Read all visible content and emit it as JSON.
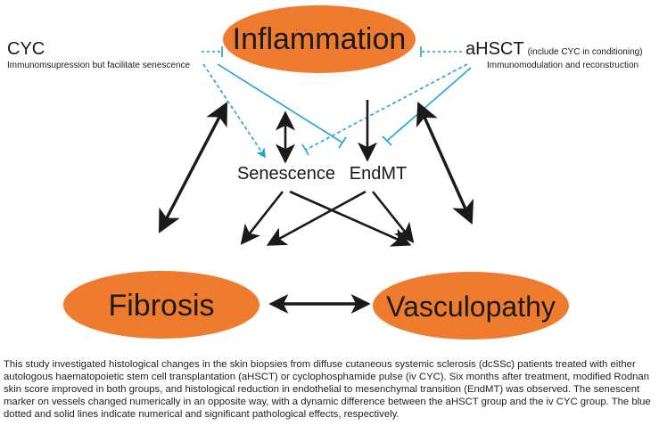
{
  "nodes": {
    "inflammation": "Inflammation",
    "senescence": "Senescence",
    "endmt": "EndMT",
    "fibrosis": "Fibrosis",
    "vasculopathy": "Vasculopathy"
  },
  "treatments": {
    "cyc": {
      "title": "CYC",
      "note": "",
      "subtitle": "Immunomsupression but facilitate senescence"
    },
    "ahsct": {
      "title": "aHSCT",
      "note": "(include CYC in conditioning)",
      "subtitle": "Immunomodulation and reconstruction"
    }
  },
  "caption": "This study investigated histological changes in the skin biopsies from diffuse cutaneous systemic sclerosis (dcSSc) patients treated with either autologous haematopoietic stem cell transplantation (aHSCT) or cyclophosphamide pulse (iv CYC). Six months after treatment, modified Rodnan skin score improved in both groups, and histological reduction in endothelial to mesenchymal transition (EndMT) was observed. The senescent marker on vessels changed numerically in an opposite way, with a dynamic difference between the aHSCT group and the iv CYC group. The blue dotted and solid lines indicate numerical and significant pathological effects, respectively.",
  "colors": {
    "node_fill": "#ef7b2f",
    "inhibit_line": "#1fa3dc",
    "arrow": "#1a1a1a"
  }
}
